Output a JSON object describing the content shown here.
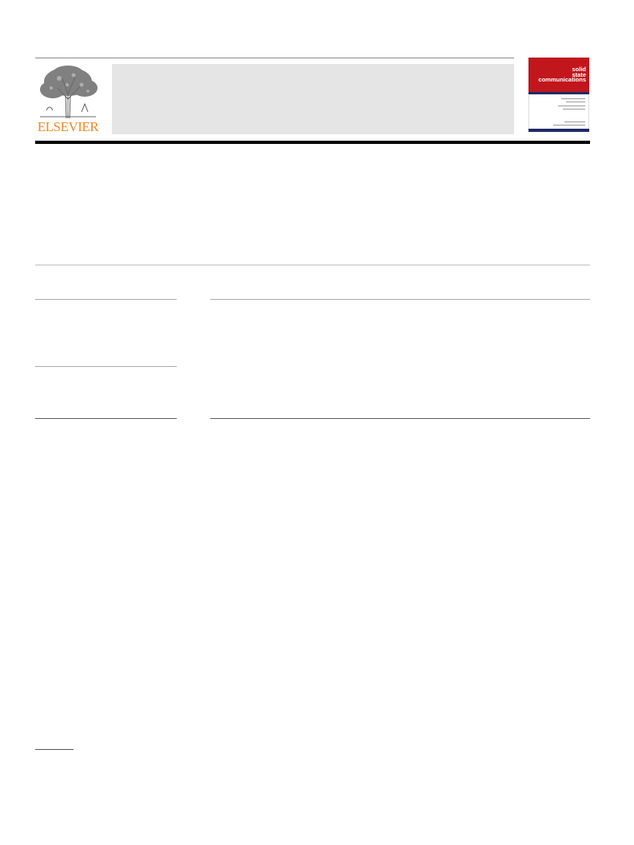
{
  "publisher": {
    "name": "ELSEVIER",
    "color": "#f08a24"
  },
  "journal_cover": {
    "title_lines": [
      "solid",
      "state",
      "communications"
    ],
    "accent_color": "#c1161c",
    "band_color": "#1f2a66"
  }
}
